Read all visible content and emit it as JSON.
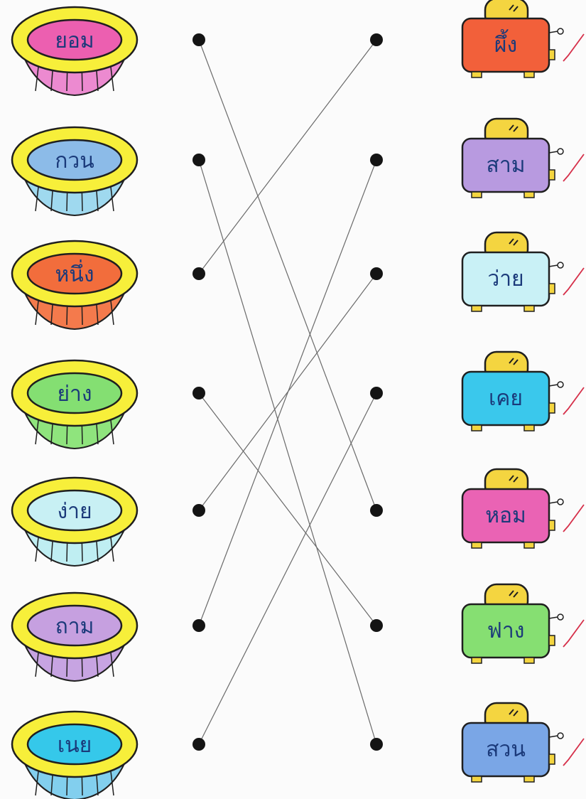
{
  "left_words": [
    {
      "text": "ยอม",
      "fill": "#ec5fb0",
      "base": "#ec8ad0"
    },
    {
      "text": "กวน",
      "fill": "#8cbbe8",
      "base": "#9fd9ef"
    },
    {
      "text": "หนึ่ง",
      "fill": "#f26d3c",
      "base": "#f47a4c"
    },
    {
      "text": "ย่าง",
      "fill": "#84df72",
      "base": "#8fe47d"
    },
    {
      "text": "ง่าย",
      "fill": "#c8f0f4",
      "base": "#bfeef2"
    },
    {
      "text": "ถาม",
      "fill": "#c6a0e0",
      "base": "#c7a4e2"
    },
    {
      "text": "เนย",
      "fill": "#35c8ea",
      "base": "#82cfee"
    }
  ],
  "right_words": [
    {
      "text": "ผึ้ง",
      "fill": "#f2603a"
    },
    {
      "text": "สาม",
      "fill": "#b89ae0"
    },
    {
      "text": "ว่าย",
      "fill": "#c9f1f6"
    },
    {
      "text": "เคย",
      "fill": "#3ac8ec"
    },
    {
      "text": "หอม",
      "fill": "#ea63b4"
    },
    {
      "text": "ฟาง",
      "fill": "#86df72"
    },
    {
      "text": "สวน",
      "fill": "#7aa6e6"
    }
  ],
  "matches": [
    {
      "from": 1,
      "to": 5
    },
    {
      "from": 2,
      "to": 7
    },
    {
      "from": 3,
      "to": 1
    },
    {
      "from": 4,
      "to": 6
    },
    {
      "from": 5,
      "to": 3
    },
    {
      "from": 6,
      "to": 2
    },
    {
      "from": 7,
      "to": 4
    }
  ],
  "colors": {
    "dot": "#141414",
    "line": "#6a6a6a",
    "rim": "#f7ef3a",
    "outline": "#1f1f1f",
    "tick": "#d6304a",
    "toaster_top": "#f4d540"
  },
  "icons": {
    "check": "check-icon"
  }
}
